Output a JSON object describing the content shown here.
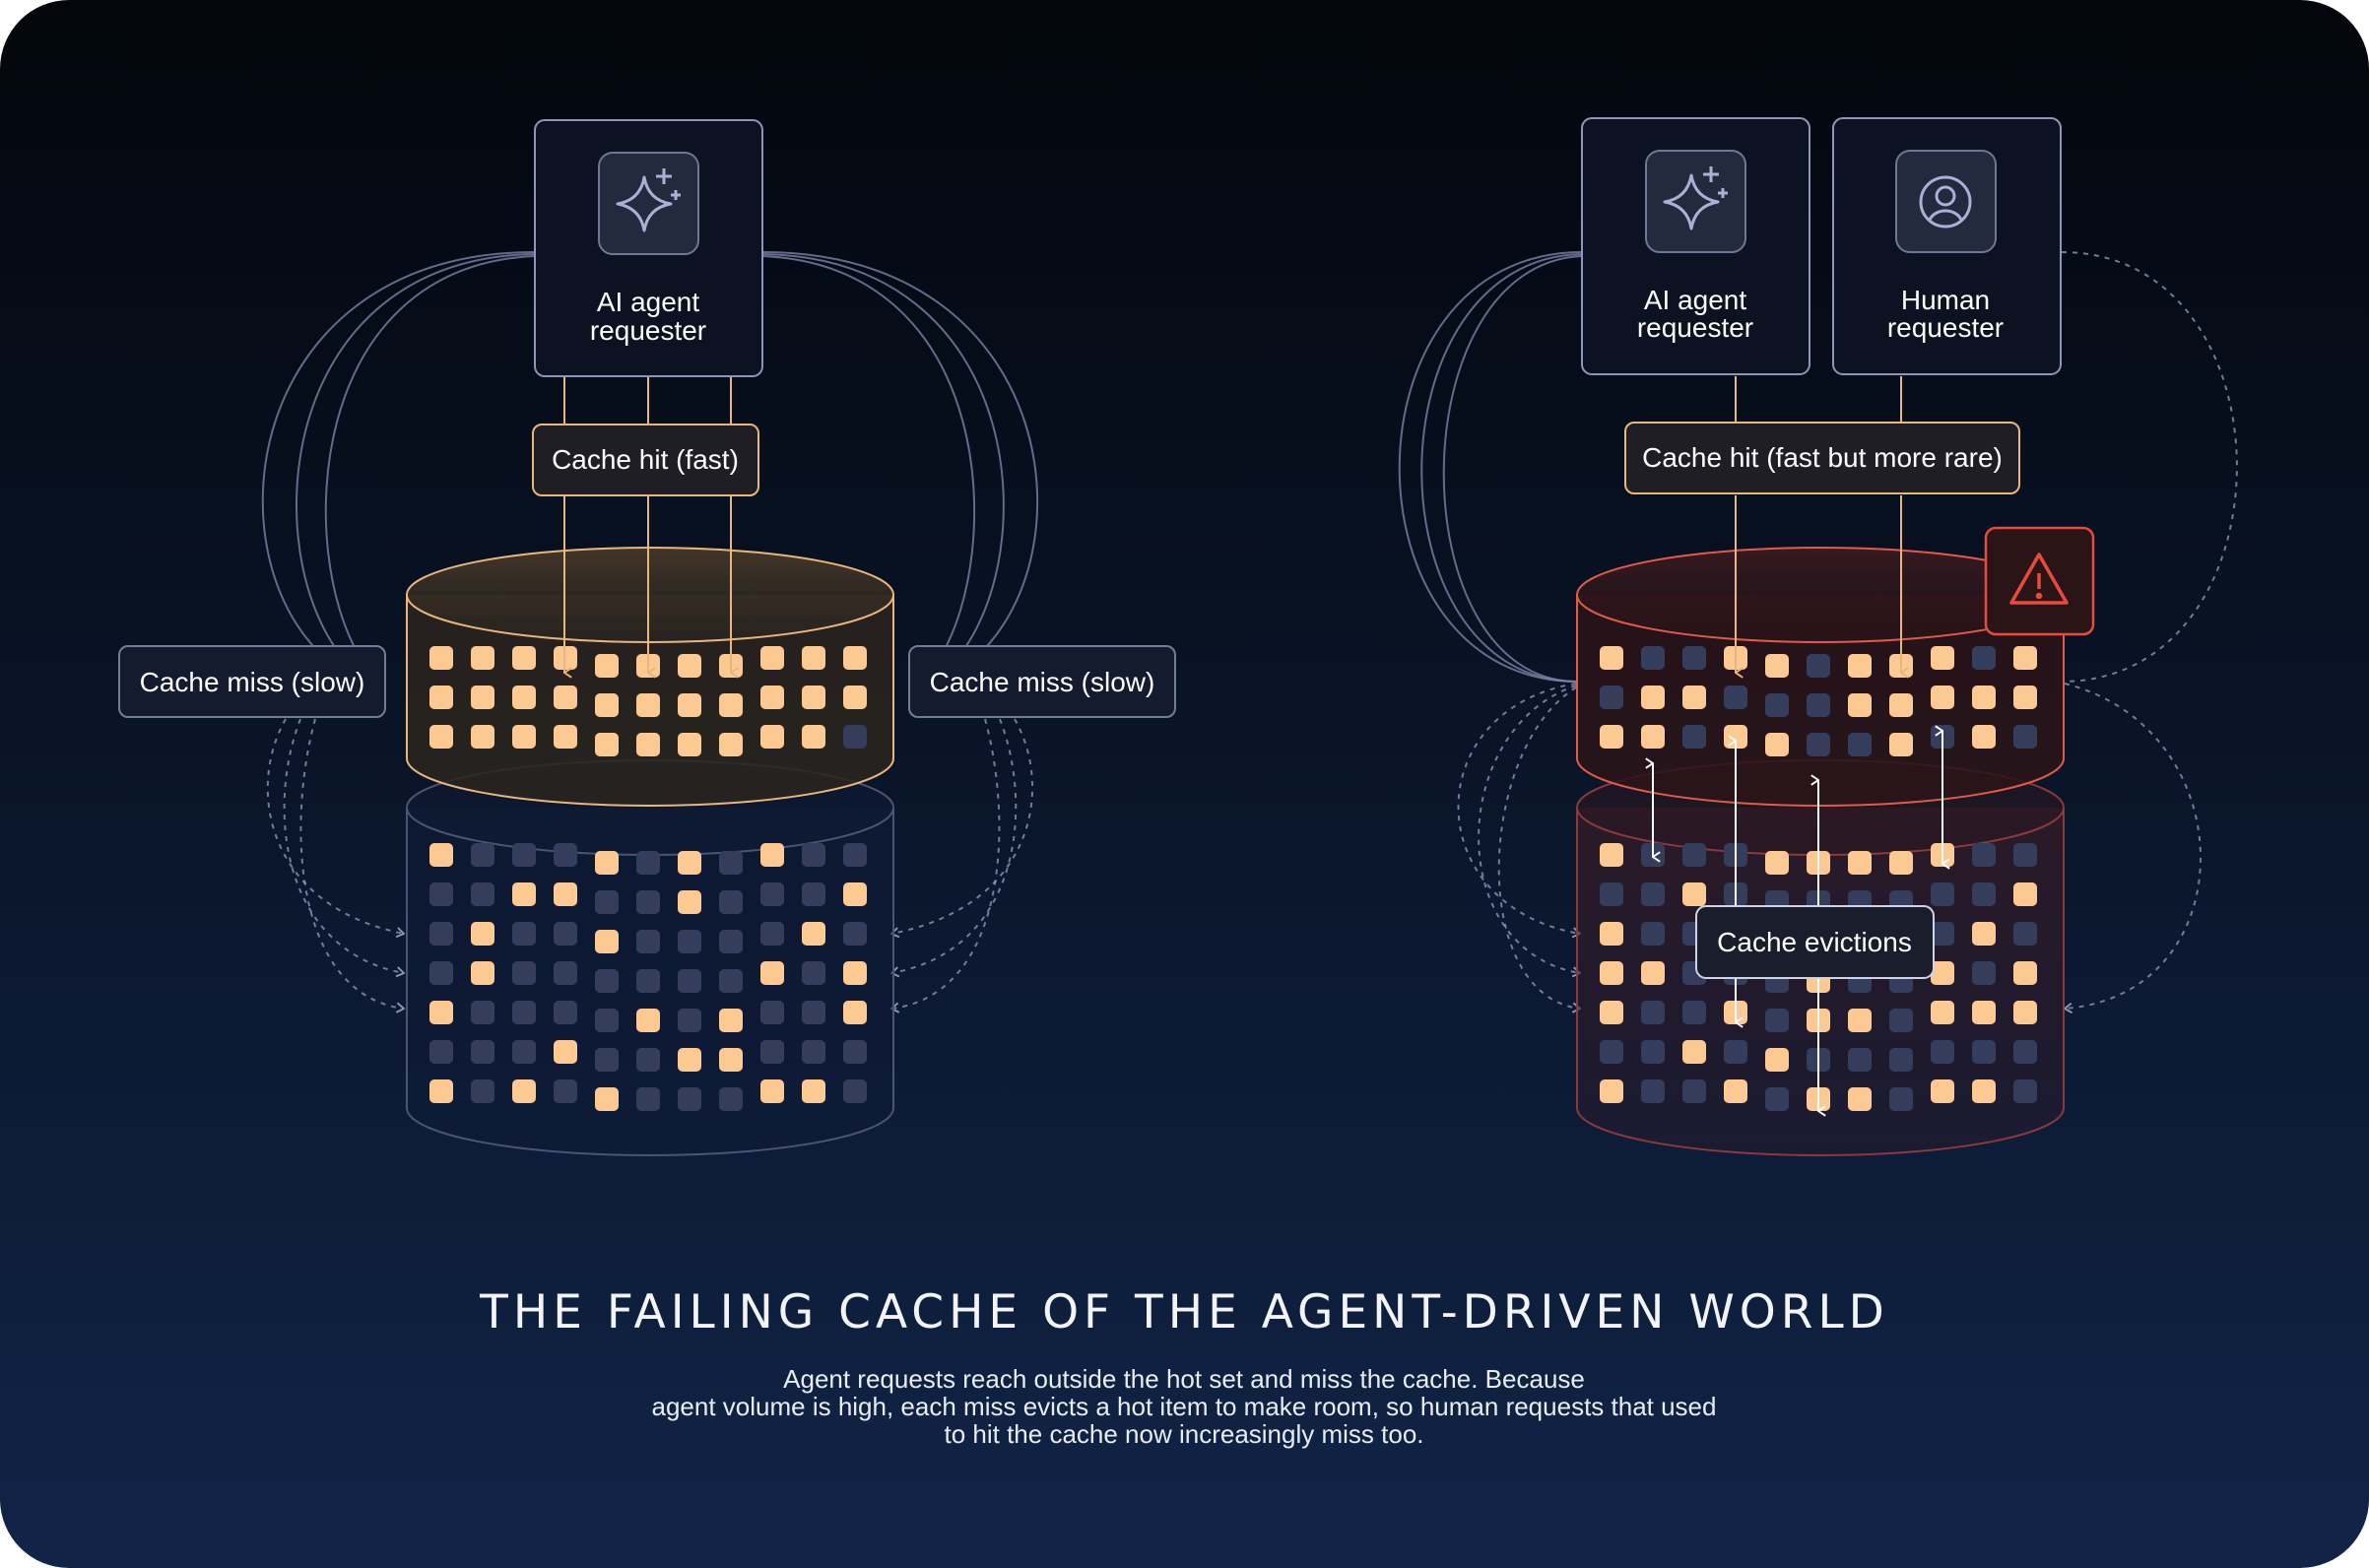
{
  "left_panel": {
    "requester": {
      "line1": "AI agent",
      "line2": "requester",
      "icon": "sparkle-icon"
    },
    "hit_label": "Cache hit (fast)",
    "miss_label_left": "Cache miss (slow)",
    "miss_label_right": "Cache miss (slow)"
  },
  "right_panel": {
    "agent_requester": {
      "line1": "AI agent",
      "line2": "requester",
      "icon": "sparkle-icon"
    },
    "human_requester": {
      "line1": "Human",
      "line2": "requester",
      "icon": "user-circle-icon"
    },
    "hit_label": "Cache hit (fast but more rare)",
    "evictions_label": "Cache evictions",
    "warning_icon": "warning-icon"
  },
  "caption": {
    "title": "THE FAILING CACHE OF THE AGENT-DRIVEN WORLD",
    "line1": "Agent requests reach outside the hot set and miss the cache. Because",
    "line2": "agent volume is high, each miss evicts a hot item to make room, so human requests that used",
    "line3": "to hit the cache now increasingly miss too."
  },
  "colors": {
    "hot_item": "#fcc992",
    "cold_item": "#343d5c",
    "cache_outline_left": "#e9b67c",
    "cache_outline_right": "#e25a4a",
    "connector": "#8f95b8",
    "warning": "#e84b3c"
  }
}
